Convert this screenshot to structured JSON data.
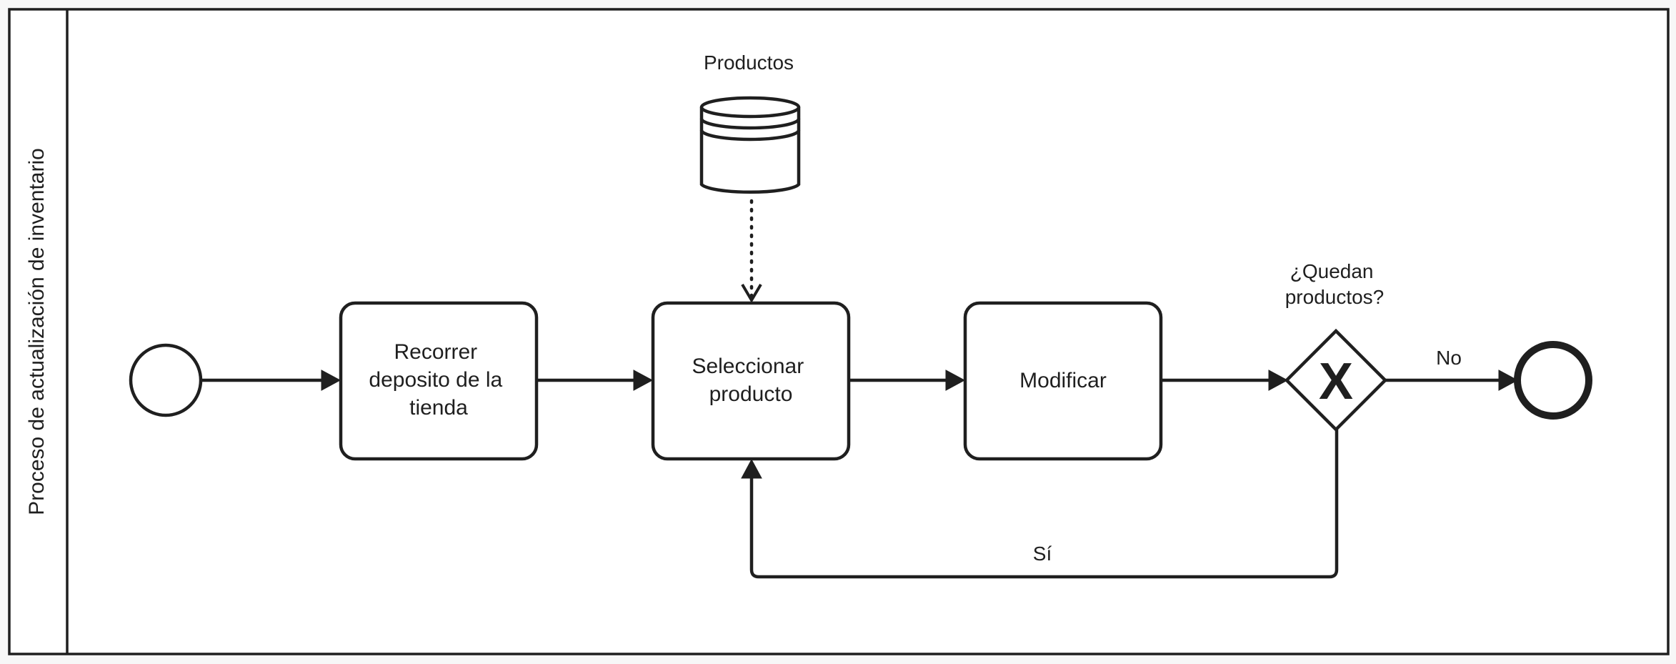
{
  "pool": {
    "label": "Proceso de actualización de inventario"
  },
  "data_store": {
    "label": "Productos",
    "icon": "database-icon"
  },
  "tasks": [
    {
      "id": "task-recorrer",
      "lines": [
        "Recorrer",
        "deposito de la",
        "tienda"
      ]
    },
    {
      "id": "task-seleccionar",
      "lines": [
        "Seleccionar",
        "producto"
      ]
    },
    {
      "id": "task-modificar",
      "lines": [
        "Modificar"
      ]
    }
  ],
  "gateway": {
    "type": "exclusive",
    "marker": "X",
    "label_lines": [
      "¿Quedan",
      "productos?"
    ]
  },
  "flows": {
    "no_label": "No",
    "yes_label": "Sí"
  },
  "colors": {
    "stroke": "#1f1f1f",
    "fill": "#ffffff",
    "background": "#f7f7f7"
  }
}
